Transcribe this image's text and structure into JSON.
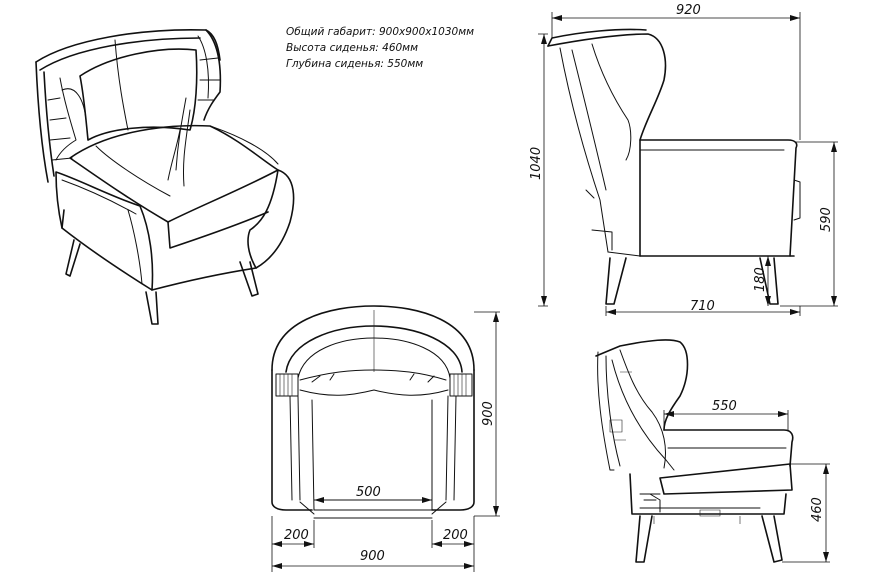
{
  "specs": {
    "overall": "Общий габарит: 900х900х1030мм",
    "seat_height": "Высота сиденья: 460мм",
    "seat_depth": "Глубина сиденья: 550мм"
  },
  "dimensions": {
    "side_total_width": "920",
    "side_total_height": "1040",
    "side_armrest_height": "590",
    "side_leg_height": "180",
    "side_base_depth": "710",
    "front_height": "900",
    "front_seat_width": "500",
    "front_arm_left": "200",
    "front_arm_right": "200",
    "front_total_width": "900",
    "section_seat_depth": "550",
    "section_seat_height": "460"
  }
}
